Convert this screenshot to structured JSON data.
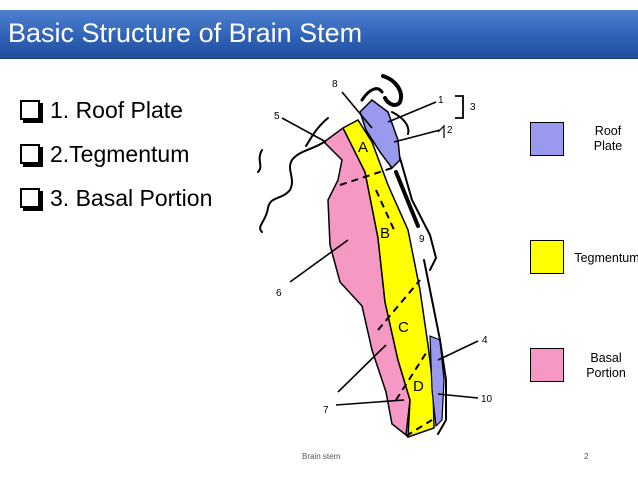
{
  "slide": {
    "title": "Basic Structure of Brain Stem",
    "bullets": [
      "1. Roof Plate",
      "2.Tegmentum",
      "3. Basal Portion"
    ],
    "footer": {
      "center": "Brain stem",
      "page": "2"
    }
  },
  "diagram": {
    "region_labels": [
      "A",
      "B",
      "C",
      "D"
    ],
    "numbers": [
      "1",
      "2",
      "3",
      "4",
      "5",
      "6",
      "7",
      "8",
      "9",
      "10"
    ]
  },
  "legend": {
    "items": [
      {
        "label_line1": "Roof",
        "label_line2": "Plate",
        "color": "#9999ee"
      },
      {
        "label_line1": "Tegmentum",
        "label_line2": "",
        "color": "#ffff00"
      },
      {
        "label_line1": "Basal",
        "label_line2": "Portion",
        "color": "#f598c4"
      }
    ]
  },
  "colors": {
    "title_bar": "#2d60b5",
    "title_text": "#ffffff"
  }
}
